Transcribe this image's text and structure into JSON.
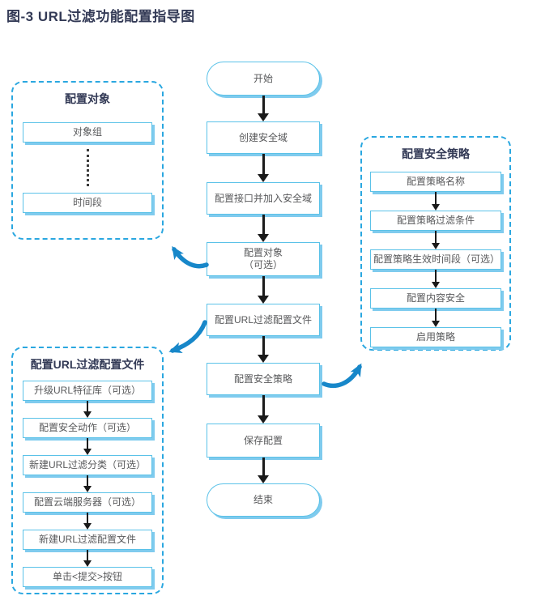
{
  "title": "图-3 URL过滤功能配置指导图",
  "colors": {
    "title_text": "#333A56",
    "node_border": "#5BC2E8",
    "node_shadow": "#7FCBEE",
    "panel_dashed_border": "#2AA7E0",
    "node_text": "#58595B",
    "straight_arrow": "#1a1a1a",
    "curved_arrow": "#1787C9"
  },
  "flow": {
    "nodes": [
      {
        "label": "开始",
        "shape": "stadium"
      },
      {
        "label": "创建安全域",
        "shape": "rect"
      },
      {
        "label": "配置接口并加入安全域",
        "shape": "rect"
      },
      {
        "label": "配置对象",
        "sublabel": "（可选）",
        "shape": "rect"
      },
      {
        "label": "配置URL过滤配置文件",
        "shape": "rect"
      },
      {
        "label": "配置安全策略",
        "shape": "rect"
      },
      {
        "label": "保存配置",
        "shape": "rect"
      },
      {
        "label": "结束",
        "shape": "stadium"
      }
    ]
  },
  "panels": {
    "object": {
      "title": "配置对象",
      "items": [
        "对象组",
        "时间段"
      ],
      "separator_icon": "vertical-ellipsis"
    },
    "url_profile": {
      "title": "配置URL过滤配置文件",
      "items": [
        "升级URL特征库（可选）",
        "配置安全动作（可选）",
        "新建URL过滤分类（可选）",
        "配置云端服务器（可选）",
        "新建URL过滤配置文件",
        "单击<提交>按钮"
      ]
    },
    "policy": {
      "title": "配置安全策略",
      "items": [
        "配置策略名称",
        "配置策略过滤条件",
        "配置策略生效时间段（可选）",
        "配置内容安全",
        "启用策略"
      ]
    }
  }
}
